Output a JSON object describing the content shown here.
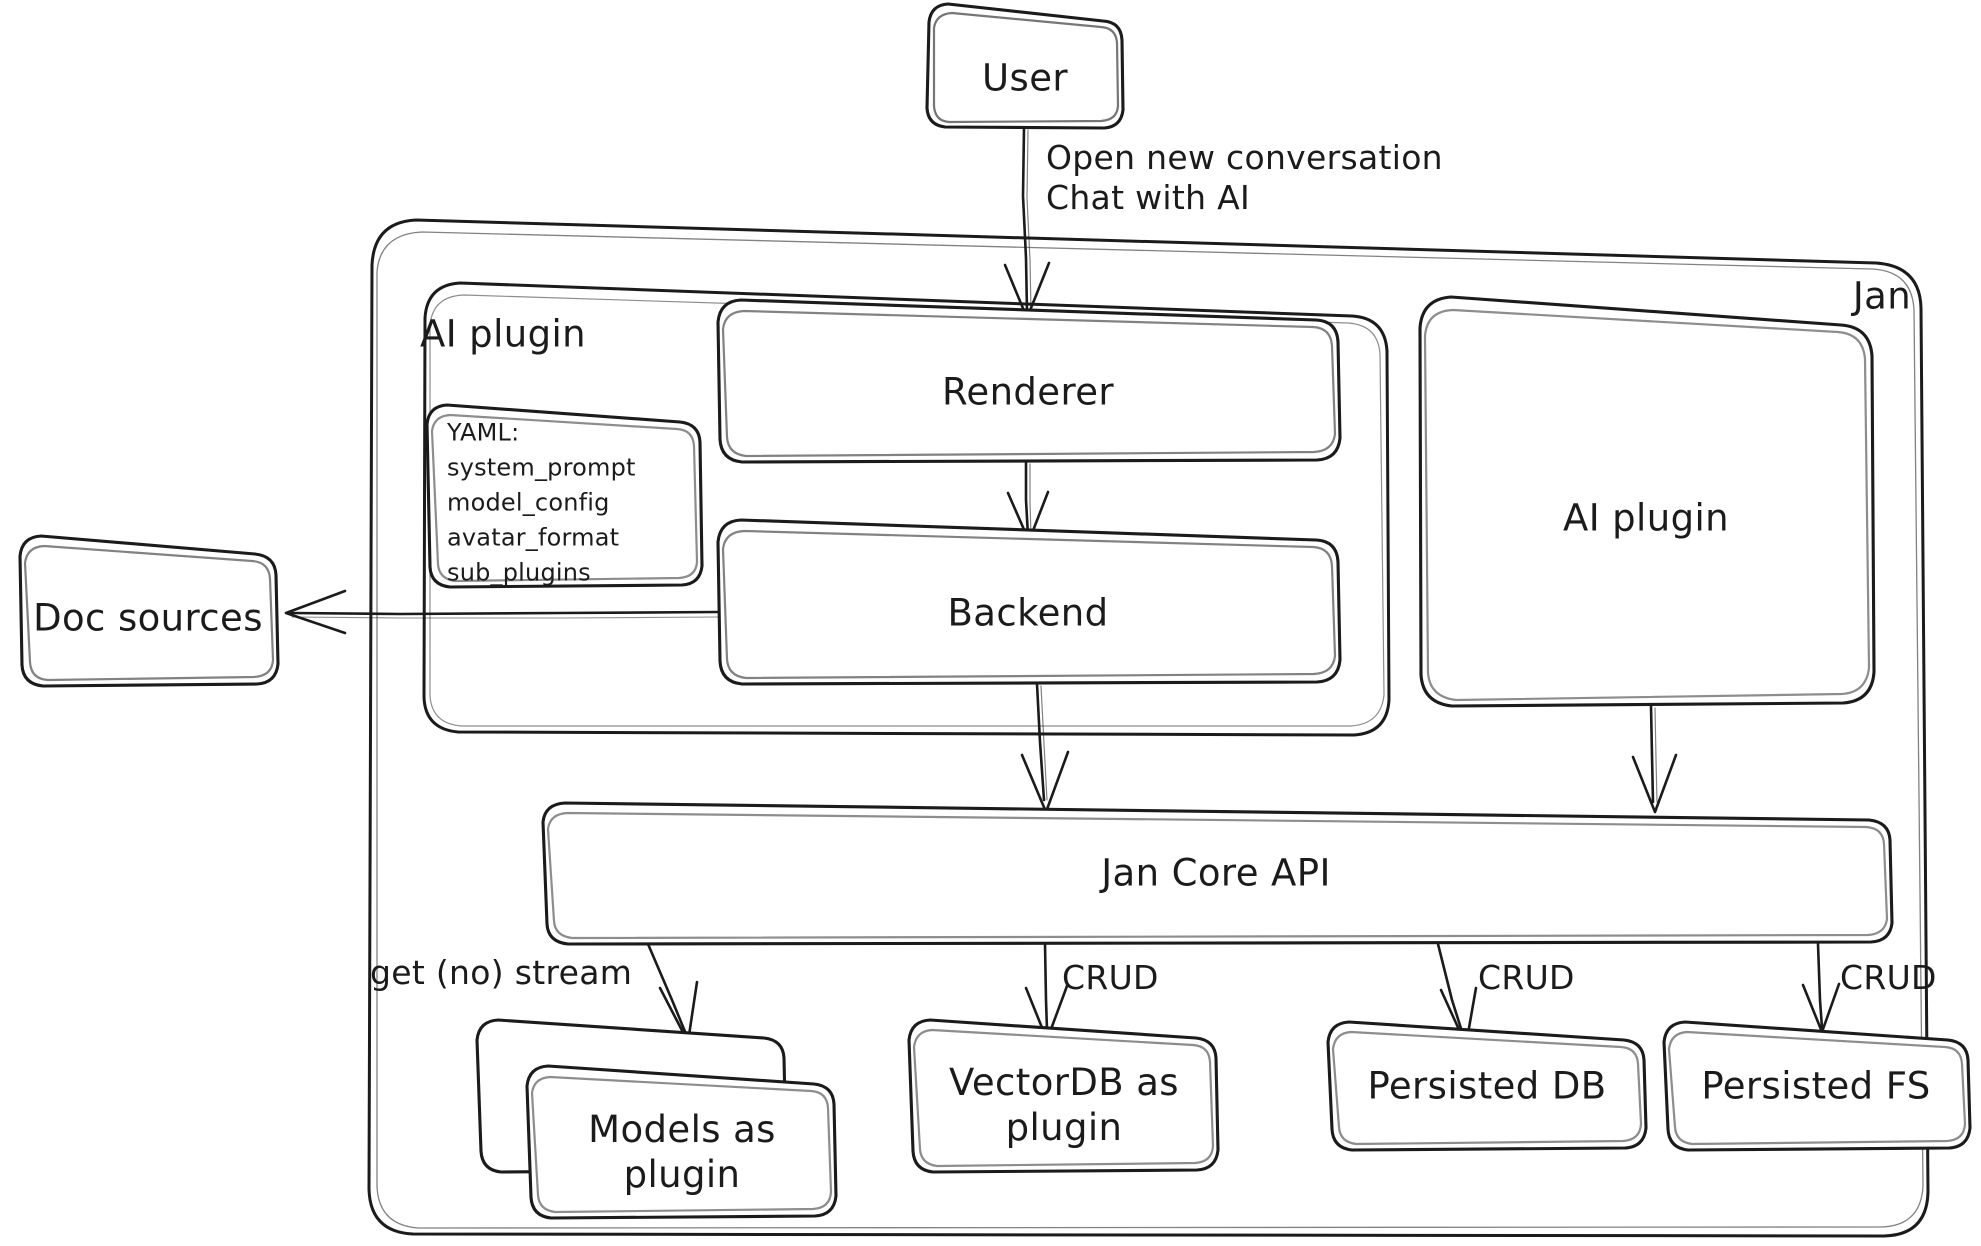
{
  "diagram": {
    "title": "Jan Architecture",
    "style": "hand-drawn sketch",
    "stroke_color": "#1b1b1b",
    "background_color": "#ffffff",
    "fill_color": "#ffffff"
  },
  "groups": {
    "jan": {
      "label": "Jan",
      "label_position": "top-right"
    },
    "ai_plugin_group": {
      "label": "AI plugin",
      "label_position": "top-left"
    }
  },
  "nodes": {
    "user": {
      "label": "User"
    },
    "renderer": {
      "label": "Renderer"
    },
    "backend": {
      "label": "Backend"
    },
    "ai_plugin_box": {
      "label": "AI plugin"
    },
    "doc_sources": {
      "label": "Doc sources"
    },
    "jan_core_api": {
      "label": "Jan Core API"
    },
    "models_plugin": {
      "label": "Models as\nplugin",
      "stacked": true
    },
    "vectordb_plugin": {
      "label": "VectorDB as\nplugin"
    },
    "persisted_db": {
      "label": "Persisted DB"
    },
    "persisted_fs": {
      "label": "Persisted FS"
    },
    "yaml_note": {
      "lines": [
        "YAML:",
        "system_prompt",
        "model_config",
        "avatar_format",
        "sub_plugins"
      ],
      "text": "YAML:\nsystem_prompt\nmodel_config\navatar_format\nsub_plugins"
    }
  },
  "edges": [
    {
      "id": "user-renderer",
      "from": "user",
      "to": "renderer",
      "label": "Open new conversation\nChat with AI"
    },
    {
      "id": "renderer-backend",
      "from": "renderer",
      "to": "backend",
      "label": ""
    },
    {
      "id": "backend-docsources",
      "from": "backend",
      "to": "doc_sources",
      "label": ""
    },
    {
      "id": "backend-core",
      "from": "backend",
      "to": "jan_core_api",
      "label": ""
    },
    {
      "id": "aiplugin-core",
      "from": "ai_plugin_box",
      "to": "jan_core_api",
      "label": ""
    },
    {
      "id": "core-models",
      "from": "jan_core_api",
      "to": "models_plugin",
      "label": "get (no) stream"
    },
    {
      "id": "core-vectordb",
      "from": "jan_core_api",
      "to": "vectordb_plugin",
      "label": "CRUD"
    },
    {
      "id": "core-persisteddb",
      "from": "jan_core_api",
      "to": "persisted_db",
      "label": "CRUD"
    },
    {
      "id": "core-persistedfs",
      "from": "jan_core_api",
      "to": "persisted_fs",
      "label": "CRUD"
    }
  ]
}
